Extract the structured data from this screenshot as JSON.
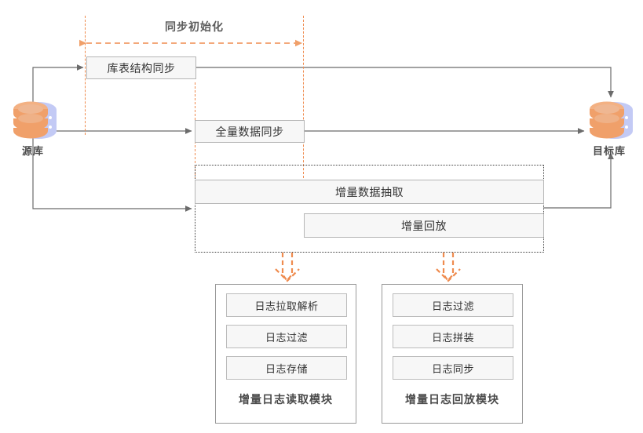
{
  "diagram": {
    "title_label": "同步初始化",
    "colors": {
      "accent_orange": "#ef8b4e",
      "box_fill": "#f7f7f7",
      "box_border": "#b5b5b5",
      "line_grey": "#6b6b6b",
      "db_orange": "#f0a06a",
      "db_blue": "#c3caf5"
    },
    "databases": {
      "source": {
        "label": "源库",
        "icon": "database-icon"
      },
      "target": {
        "label": "目标库",
        "icon": "database-icon"
      }
    },
    "steps": {
      "schema_sync": "库表结构同步",
      "full_data_sync": "全量数据同步",
      "incremental_extract": "增量数据抽取",
      "incremental_replay": "增量回放"
    },
    "modules": [
      {
        "caption": "增量日志读取模块",
        "items": [
          "日志拉取解析",
          "日志过滤",
          "日志存储"
        ]
      },
      {
        "caption": "增量日志回放模块",
        "items": [
          "日志过滤",
          "日志拼装",
          "日志同步"
        ]
      }
    ]
  }
}
